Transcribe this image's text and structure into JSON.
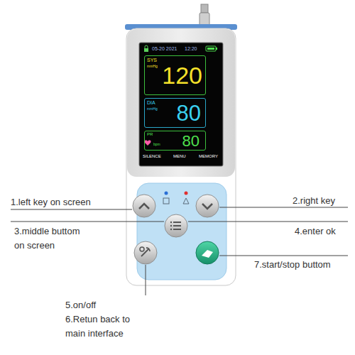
{
  "diagram": {
    "nodes": [
      {
        "text": [
          "05-20 2021",
          "12:20",
          "SILENCE",
          "MENU",
          "MEMORY"
        ]
      },
      {
        "text": [
          "SYS",
          "mmHg",
          "120"
        ],
        "in": 0
      },
      {
        "text": [
          "DIA",
          "mmHg",
          "80"
        ],
        "in": 0
      },
      {
        "text": [
          "PR",
          "bpm",
          "80"
        ],
        "in": 0
      }
    ],
    "labels": [
      "1.left key on screen",
      "2.right key",
      "3.middle buttom on screen",
      "4.enter ok",
      "7.start/stop buttom",
      "5.on/off",
      "6.Retun back to main interface"
    ]
  }
}
